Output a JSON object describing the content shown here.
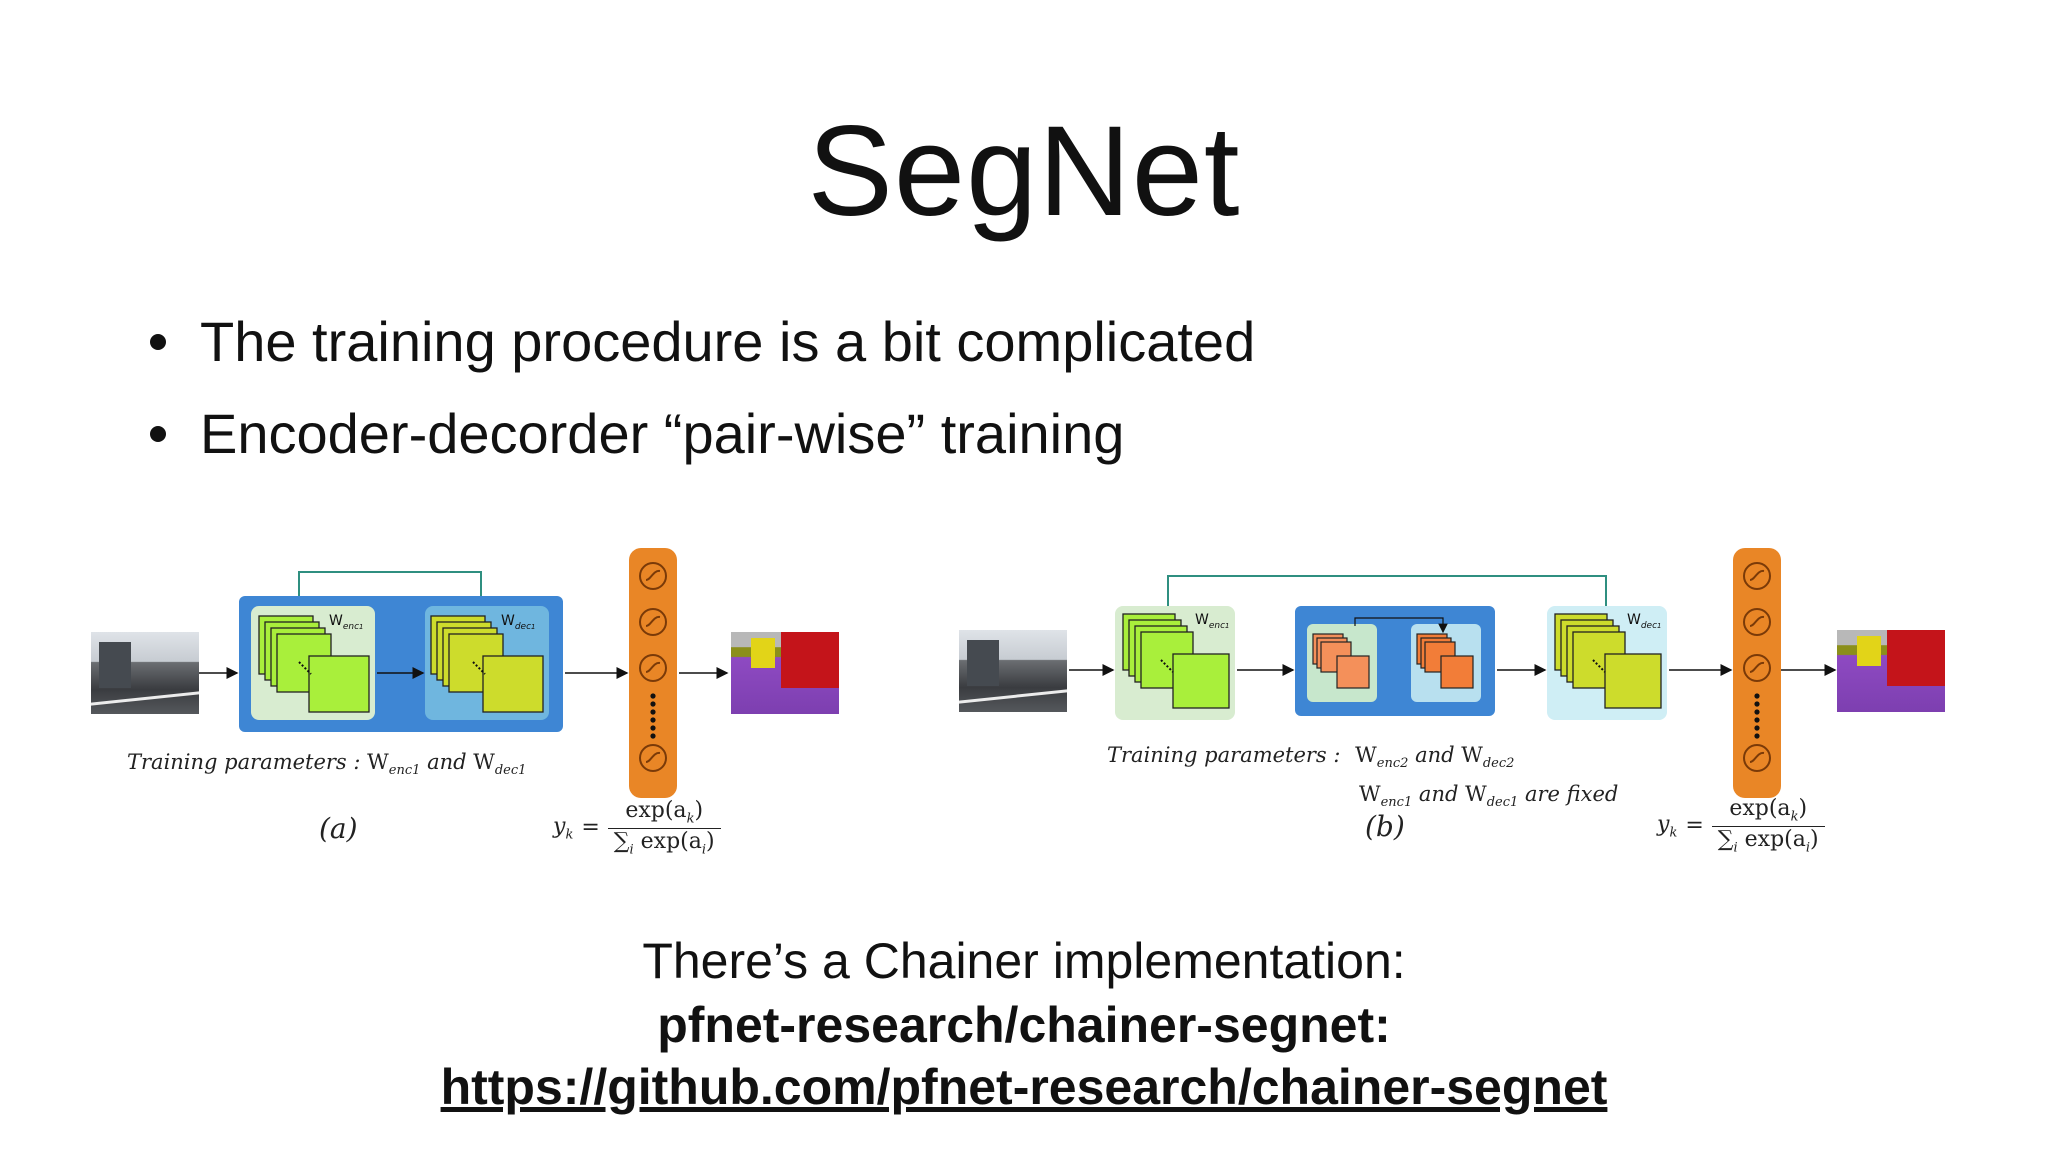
{
  "slide": {
    "title": "SegNet",
    "bullets": [
      "The training procedure is a bit complicated",
      "Encoder-decorder “pair-wise” training"
    ]
  },
  "figure": {
    "panel_a": {
      "label": "(a)",
      "w_enc": "W",
      "w_enc_sub": "enc",
      "w_enc_idx": "1",
      "w_dec": "W",
      "w_dec_sub": "dec",
      "w_dec_idx": "1",
      "caption_prefix": "Training parameters :",
      "caption_w1": "W",
      "caption_w1_sub": "enc",
      "caption_w1_idx": "1",
      "caption_and": "and",
      "caption_w2": "W",
      "caption_w2_sub": "dec",
      "caption_w2_idx": "1",
      "eq_lhs": "y",
      "eq_lhs_sub": "k",
      "eq_equals": "=",
      "eq_num": "exp(a",
      "eq_num_sub": "k",
      "eq_num_close": ")",
      "eq_den": "∑",
      "eq_den_sub": "i",
      "eq_den_rest": "exp(a",
      "eq_den_sub2": "i",
      "eq_den_close": ")"
    },
    "panel_b": {
      "label": "(b)",
      "w_enc": "W",
      "w_enc_sub": "enc",
      "w_enc_idx": "1",
      "w_dec": "W",
      "w_dec_sub": "dec",
      "w_dec_idx": "1",
      "caption_prefix": "Training parameters :",
      "caption_line1_w1": "W",
      "caption_line1_w1_sub": "enc",
      "caption_line1_w1_idx": "2",
      "caption_line1_and": "and",
      "caption_line1_w2": "W",
      "caption_line1_w2_sub": "dec",
      "caption_line1_w2_idx": "2",
      "caption_line2_w1": "W",
      "caption_line2_w1_sub": "enc",
      "caption_line2_w1_idx": "1",
      "caption_line2_and": "and",
      "caption_line2_w2": "W",
      "caption_line2_w2_sub": "dec",
      "caption_line2_w2_idx": "1",
      "caption_line2_tail": "are fixed",
      "eq_lhs": "y",
      "eq_lhs_sub": "k",
      "eq_equals": "=",
      "eq_num": "exp(a",
      "eq_num_sub": "k",
      "eq_num_close": ")",
      "eq_den": "∑",
      "eq_den_sub": "i",
      "eq_den_rest": "exp(a",
      "eq_den_sub2": "i",
      "eq_den_close": ")"
    },
    "colors": {
      "block_blue": "#3e86d4",
      "panel_green": "#d8ecd0",
      "panel_cyan": "#cfeef5",
      "feature_green": "#a9ef3b",
      "feature_olive": "#cddc2c",
      "feature_orange": "#f4905a",
      "softmax_orange": "#e98626",
      "skip_line": "#2f8f80"
    },
    "icons": [
      "softmax-node-icon",
      "arrow-icon"
    ]
  },
  "footer": {
    "intro": "There’s a Chainer implementation:",
    "repo_name": "pfnet-research/chainer-segnet:",
    "repo_url": "https://github.com/pfnet-research/chainer-segnet"
  }
}
